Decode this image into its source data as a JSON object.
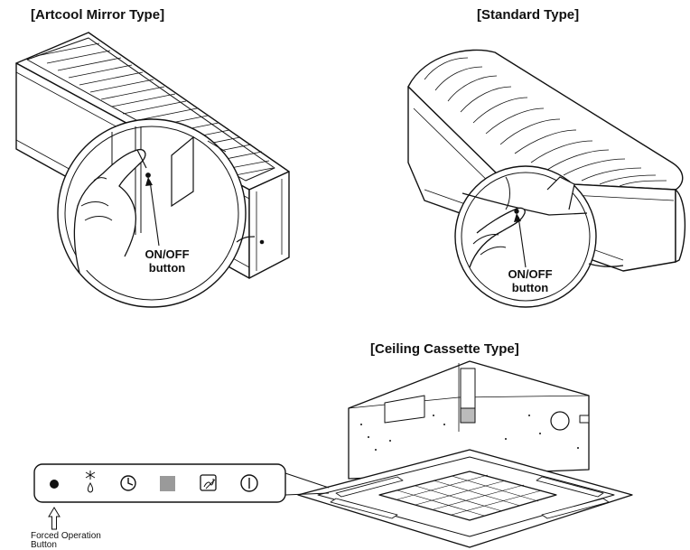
{
  "artcool": {
    "title": "[Artcool Mirror Type]",
    "callout_line1": "ON/OFF",
    "callout_line2": "button"
  },
  "standard": {
    "title": "[Standard Type]",
    "callout_line1": "ON/OFF",
    "callout_line2": "button"
  },
  "cassette": {
    "title": "[Ceiling Cassette Type]",
    "panel_icons": [
      "forced-operation-dot-icon",
      "defrost-icon",
      "timer-clock-icon",
      "filled-square-icon",
      "filter-icon",
      "power-icon"
    ],
    "forced_label_line1": "Forced Operation",
    "forced_label_line2": "Button"
  },
  "colors": {
    "line": "#111111",
    "panel_square": "#9a9a9a",
    "circle_fill": "#ffffff"
  }
}
